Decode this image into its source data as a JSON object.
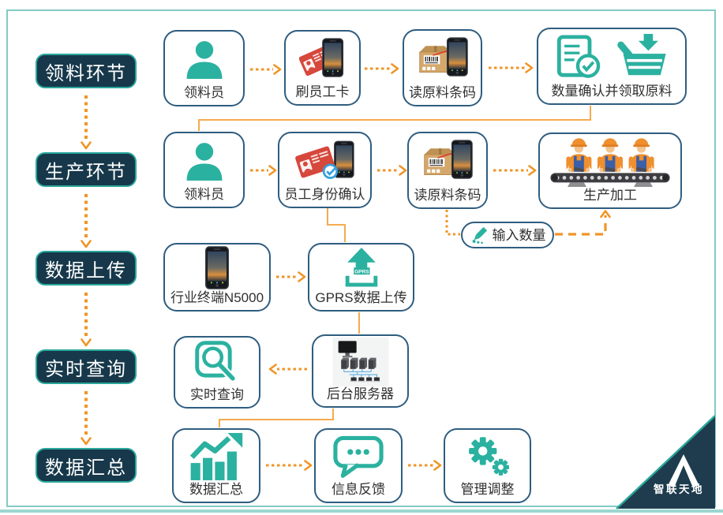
{
  "colors": {
    "teal_icon": "#2bb1a0",
    "orange_arrow": "#ef9526",
    "orange_elbow": "#f6aa4e",
    "pill_navy": "#16384a",
    "pill_border_teal": "#2aa79b",
    "node_border_blue": "#2f5d80",
    "frame_teal": "#84cac3",
    "logo_navy": "#1e3c4e",
    "card_red": "#d6473c",
    "check_blue": "#35a0de"
  },
  "stages": [
    {
      "label": "领料环节"
    },
    {
      "label": "生产环节"
    },
    {
      "label": "数据上传"
    },
    {
      "label": "实时查询"
    },
    {
      "label": "数据汇总"
    }
  ],
  "nodes": {
    "collector1": {
      "label": "领料员",
      "icon": "worker-icon"
    },
    "swipe_card": {
      "label": "刷员工卡",
      "icon": "card-phone-icon"
    },
    "read_barcode1": {
      "label": "读原料条码",
      "icon": "barcode-box-phone-icon"
    },
    "confirm_receive": {
      "label": "数量确认并领取原料",
      "icon": "checklist-basket-icon"
    },
    "collector2": {
      "label": "领料员",
      "icon": "worker-icon"
    },
    "identity_confirm": {
      "label": "员工身份确认",
      "icon": "idcard-check-phone-icon"
    },
    "read_barcode2": {
      "label": "读原料条码",
      "icon": "barcode-box-phone-icon"
    },
    "production": {
      "label": "生产加工",
      "icon": "conveyor-workers-icon"
    },
    "terminal": {
      "label": "行业终端N5000",
      "icon": "phone-icon"
    },
    "gprs_upload": {
      "label": "GPRS数据上传",
      "icon": "gprs-upload-arrow-icon",
      "icon_text": "GPRS"
    },
    "realtime_query": {
      "label": "实时查询",
      "icon": "magnifier-icon"
    },
    "backend_server": {
      "label": "后台服务器",
      "icon": "server-network-icon"
    },
    "data_summary": {
      "label": "数据汇总",
      "icon": "chart-up-icon"
    },
    "info_feedback": {
      "label": "信息反馈",
      "icon": "speech-bubble-icon"
    },
    "mgmt_adjust": {
      "label": "管理调整",
      "icon": "gears-icon"
    },
    "input_quantity": {
      "label": "输入数量",
      "icon": "pencil-icon"
    }
  },
  "logo": {
    "brand": "智联天地",
    "icon": "mountain-logo-icon"
  }
}
